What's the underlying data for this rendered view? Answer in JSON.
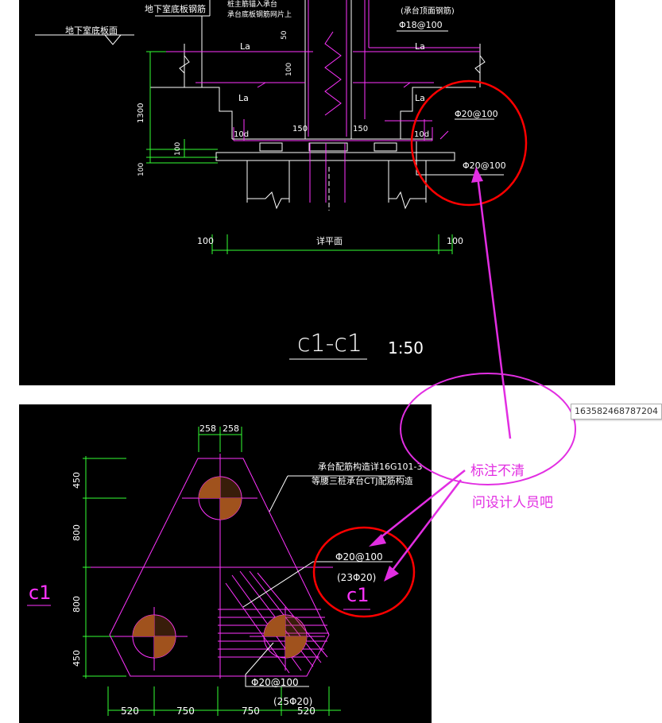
{
  "colors": {
    "background": "#000000",
    "white": "#ffffff",
    "magenta": "#ff33ff",
    "green": "#33ff33",
    "red": "#ff0000",
    "brown": "#a0521d",
    "annotation": "#e22ee2"
  },
  "section": {
    "label_basement_rebar": "地下室底板钢筋",
    "label_basement_top": "地下室底板面",
    "label_anchor_line1": "桩主筋锚入承台",
    "label_anchor_line2": "承台底板钢筋网片上",
    "label_cap_top_rebar": "(承台顶面钢筋)",
    "cap_top_rebar_spec": "Φ18@100",
    "la_1": "La",
    "la_2": "La",
    "la_3": "La",
    "la_4": "La",
    "dim_50": "50",
    "dim_100_v": "100",
    "dim_1300": "1300",
    "dim_100_a": "100",
    "dim_100_b": "100",
    "dim_10d_left": "10d",
    "dim_10d_right": "10d",
    "dim_150_left": "150",
    "dim_150_right": "150",
    "rebar_upper": "Φ20@100",
    "rebar_lower": "Φ20@100",
    "dim_100_left": "100",
    "dim_100_right": "100",
    "plan_label": "详平面",
    "title": "c1-c1",
    "scale": "1:50"
  },
  "plan": {
    "dim_258_left": "258",
    "dim_258_right": "258",
    "dim_450_top": "450",
    "dim_800_upper": "800",
    "dim_800_lower": "800",
    "dim_450_bottom": "450",
    "dim_520_left": "520",
    "dim_750_left": "750",
    "dim_750_right": "750",
    "dim_520_right": "520",
    "note_line1": "承台配筋构造详16G101-3",
    "note_line2": "等腰三桩承台CTJ配筋构造",
    "section_mark_left": "c1",
    "section_mark_right": "c1",
    "rebar_upper_spec": "Φ20@100",
    "rebar_upper_count": "(23Φ20)",
    "rebar_lower_spec": "Φ20@100",
    "rebar_lower_count": "(25Φ20)"
  },
  "annotations": {
    "line1": "标注不清",
    "line2": "问设计人员吧"
  },
  "tooltip": "163582468787204"
}
